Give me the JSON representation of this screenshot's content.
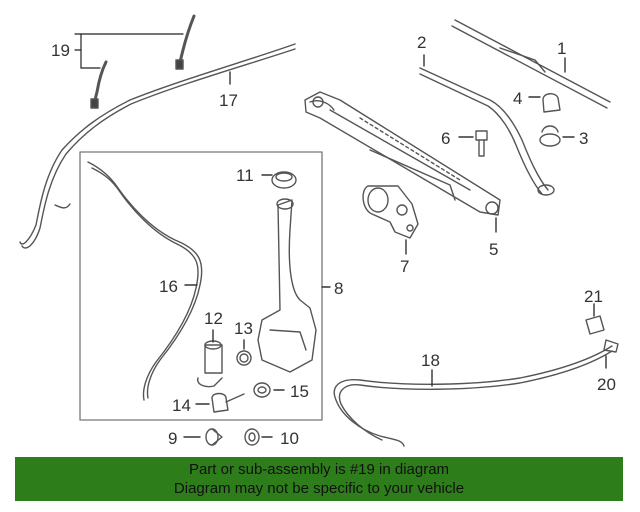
{
  "callouts": {
    "c1": "1",
    "c2": "2",
    "c3": "3",
    "c4": "4",
    "c5": "5",
    "c6": "6",
    "c7": "7",
    "c8": "8",
    "c9": "9",
    "c10": "10",
    "c11": "11",
    "c12": "12",
    "c13": "13",
    "c14": "14",
    "c15": "15",
    "c16": "16",
    "c17": "17",
    "c18": "18",
    "c19": "19",
    "c20": "20",
    "c21": "21"
  },
  "banner": {
    "line1": "Part or sub-assembly is #19 in diagram",
    "line2": "Diagram may not be specific to your vehicle",
    "color": "#2e7d1b"
  },
  "colors": {
    "stroke": "#555555",
    "text": "#333333"
  }
}
